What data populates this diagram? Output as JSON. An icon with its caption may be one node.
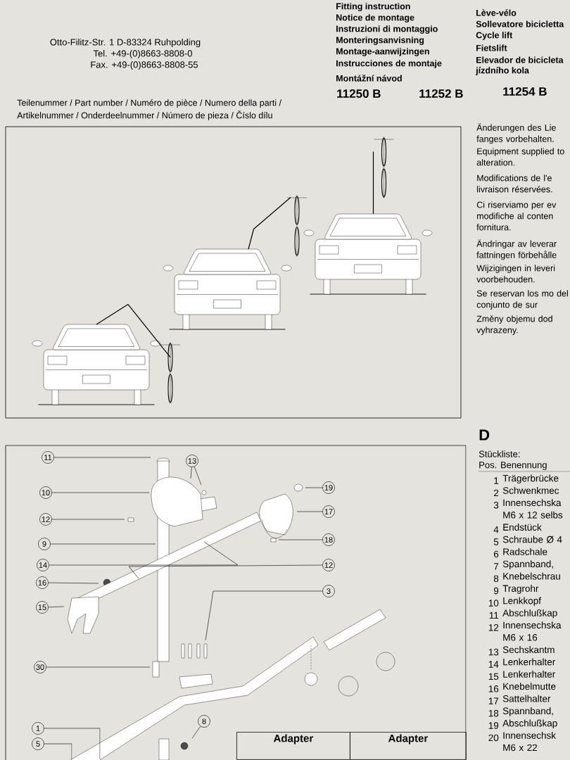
{
  "diagram": {
    "nodes": [
      {
        "text": [
          "11"
        ]
      },
      {
        "text": [
          "13"
        ]
      },
      {
        "text": [
          "19"
        ]
      },
      {
        "text": [
          "10"
        ]
      },
      {
        "text": [
          "17"
        ]
      },
      {
        "text": [
          "12"
        ]
      },
      {
        "text": [
          "18"
        ]
      },
      {
        "text": [
          "9"
        ]
      },
      {
        "text": [
          "14"
        ]
      },
      {
        "text": [
          "12"
        ]
      },
      {
        "text": [
          "16"
        ]
      },
      {
        "text": [
          "3"
        ]
      },
      {
        "text": [
          "15"
        ]
      },
      {
        "text": [
          "30"
        ]
      },
      {
        "text": [
          "8"
        ]
      },
      {
        "text": [
          "1"
        ]
      },
      {
        "text": [
          "5"
        ]
      }
    ],
    "edges": [
      {
        "from": 0,
        "to": null,
        "arrow": "none"
      },
      {
        "from": 1,
        "to": null,
        "arrow": "none"
      },
      {
        "from": 1,
        "to": null,
        "arrow": "none"
      },
      {
        "from": 2,
        "to": null,
        "arrow": "none"
      },
      {
        "from": 3,
        "to": null,
        "arrow": "none"
      },
      {
        "from": 4,
        "to": null,
        "arrow": "none"
      },
      {
        "from": 5,
        "to": null,
        "arrow": "none"
      },
      {
        "from": 6,
        "to": null,
        "arrow": "none"
      },
      {
        "from": 7,
        "to": null,
        "arrow": "none"
      },
      {
        "from": 8,
        "to": null,
        "arrow": "none"
      },
      {
        "from": 9,
        "to": null,
        "arrow": "none"
      },
      {
        "from": 10,
        "to": null,
        "arrow": "none"
      },
      {
        "from": 11,
        "to": null,
        "arrow": "none"
      },
      {
        "from": 12,
        "to": null,
        "arrow": "none"
      },
      {
        "from": 13,
        "to": null,
        "arrow": "none"
      },
      {
        "from": 14,
        "to": null,
        "arrow": "none"
      },
      {
        "from": 15,
        "to": null,
        "arrow": "none"
      },
      {
        "from": 16,
        "to": null,
        "arrow": "none"
      }
    ],
    "labels": [
      "Otto-Filitz-Str. 1 D-83324 Ruhpolding",
      "Tel. +49-(0)8663-8808-0",
      "Fax. +49-(0)8663-8808-55",
      "Fitting instruction",
      "Notice de montage",
      "Instruzioni di montaggio",
      "Monteringsanvisning",
      "Montage-aanwijzingen",
      "Instrucciones de montaje",
      "Montážní návod",
      "Lève-vélo",
      "Sollevatore bicicletta",
      "Cycle lift",
      "Fietslift",
      "Elevador de bicicleta",
      "jízdního kola",
      "Teilenummer / Part number / Numéro de pièce / Numero della parti /",
      "Artikelnummer / Onderdeelnummer / Número de pieza / Číslo dílu",
      "11250 B",
      "11252 B",
      "11254 B",
      "Änderungen des Lie fanges vorbehalten.",
      "Equipment supplied to alteration.",
      "Modifications de l'e livraison réservées.",
      "Ci riserviamo per ev modifiche al conten fornitura.",
      "Ändringar av leverar fattningen förbehålle",
      "Wijzigingen in leveri voorbehouden.",
      "Se reservan los mo del conjunto de sur",
      "Změny objemu dod vyhrazeny.",
      "D",
      "Stückliste:",
      "Pos. Benennung",
      "1",
      "Trägerbrücke",
      "2",
      "Schwenkmec",
      "3",
      "Innensechska M6 x 12 selbs",
      "4",
      "Endstück",
      "5",
      "Schraube Ø 4",
      "6",
      "Radschale",
      "7",
      "Spannband,",
      "8",
      "Knebelschrau",
      "9",
      "Tragrohr",
      "10",
      "Lenkkopf",
      "11",
      "Abschlußkap",
      "12",
      "Innensechska M6 x 16",
      "13",
      "Sechskantm",
      "14",
      "Lenkerhalter",
      "15",
      "Lenkerhalter",
      "16",
      "Knebelmutte",
      "17",
      "Sattelhalter",
      "18",
      "Spannband,",
      "19",
      "Abschlußkap",
      "20",
      "Innensechsk M6 x 22",
      "Adapter",
      "Adapter"
    ]
  }
}
